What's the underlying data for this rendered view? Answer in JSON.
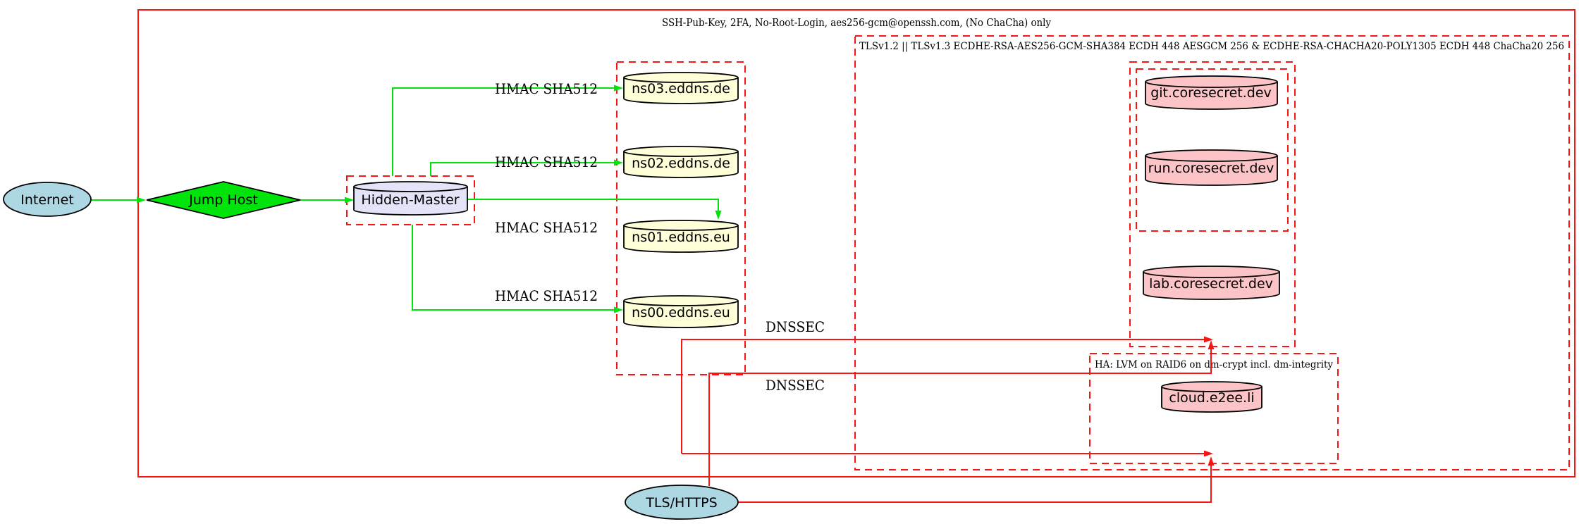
{
  "diagram": {
    "clusters": {
      "ssh": {
        "label": "SSH-Pub-Key, 2FA, No-Root-Login, aes256-gcm@openssh.com, (No ChaCha) only"
      },
      "tls": {
        "label": "TLSv1.2 || TLSv1.3 ECDHE-RSA-AES256-GCM-SHA384 ECDH 448 AESGCM 256 & ECDHE-RSA-CHACHA20-POLY1305 ECDH 448 ChaCha20 256"
      },
      "ha": {
        "label": "HA: LVM on RAID6 on dm-crypt incl. dm-integrity"
      }
    },
    "nodes": {
      "internet": {
        "label": "Internet",
        "shape": "ellipse",
        "fill": "#aed7e4"
      },
      "jump_host": {
        "label": "Jump Host",
        "shape": "diamond",
        "fill": "#00e40c"
      },
      "hidden_master": {
        "label": "Hidden-Master",
        "shape": "cylinder",
        "fill": "#e4e4f9"
      },
      "ns03": {
        "label": "ns03.eddns.de",
        "shape": "cylinder",
        "fill": "#fefed9"
      },
      "ns02": {
        "label": "ns02.eddns.de",
        "shape": "cylinder",
        "fill": "#fefed9"
      },
      "ns01": {
        "label": "ns01.eddns.eu",
        "shape": "cylinder",
        "fill": "#fefed9"
      },
      "ns00": {
        "label": "ns00.eddns.eu",
        "shape": "cylinder",
        "fill": "#fefed9"
      },
      "git": {
        "label": "git.coresecret.dev",
        "shape": "cylinder",
        "fill": "#fcc4c6"
      },
      "run": {
        "label": "run.coresecret.dev",
        "shape": "cylinder",
        "fill": "#fcc4c6"
      },
      "lab": {
        "label": "lab.coresecret.dev",
        "shape": "cylinder",
        "fill": "#fcc4c6"
      },
      "cloud": {
        "label": "cloud.e2ee.li",
        "shape": "cylinder",
        "fill": "#fcc4c6"
      },
      "tls_https": {
        "label": "TLS/HTTPS",
        "shape": "ellipse",
        "fill": "#aed7e4"
      }
    },
    "edges": {
      "hmac_label": "HMAC SHA512",
      "dnssec_label": "DNSSEC"
    },
    "colors": {
      "cluster_border_red": "#fb1312",
      "secure_edge_green": "#00e40c",
      "node_outline": "#000000",
      "background": "#ffffff"
    }
  }
}
